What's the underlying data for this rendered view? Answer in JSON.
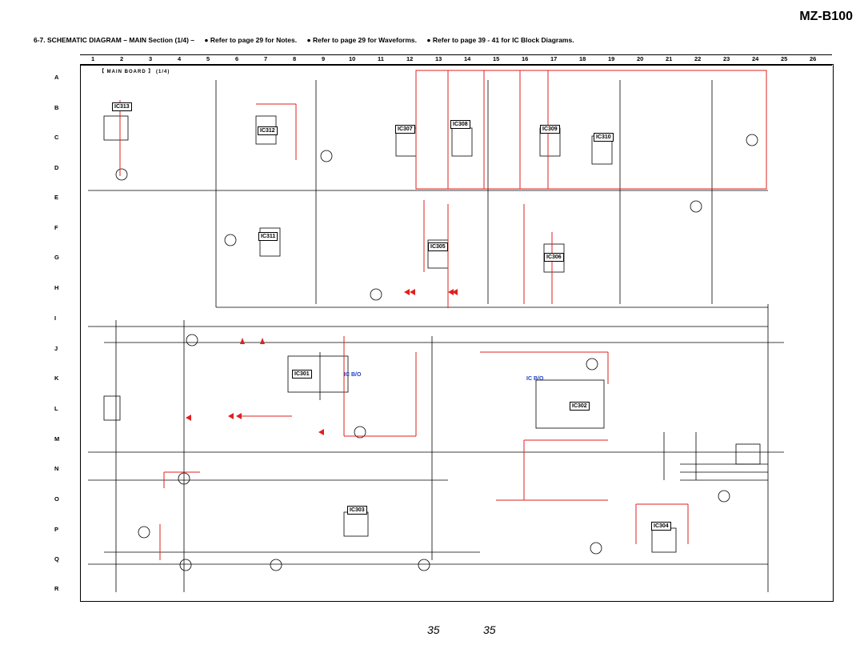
{
  "header": {
    "model": "MZ-B100",
    "section_title": "6-7. SCHEMATIC DIAGRAM – MAIN Section (1/4) –",
    "notes": [
      "● Refer to page 29 for Notes.",
      "● Refer to page 29 for Waveforms.",
      "● Refer to page 39 - 41 for IC Block Diagrams."
    ]
  },
  "grid": {
    "columns": [
      "1",
      "2",
      "3",
      "4",
      "5",
      "6",
      "7",
      "8",
      "9",
      "10",
      "11",
      "12",
      "13",
      "14",
      "15",
      "16",
      "17",
      "18",
      "19",
      "20",
      "21",
      "22",
      "23",
      "24",
      "25",
      "26"
    ],
    "rows": [
      "A",
      "B",
      "C",
      "D",
      "E",
      "F",
      "G",
      "H",
      "I",
      "J",
      "K",
      "L",
      "M",
      "N",
      "O",
      "P",
      "Q",
      "R"
    ]
  },
  "board": {
    "label": "【 MAIN BOARD 】 (1/4)"
  },
  "ics": {
    "ic313": "IC313",
    "ic312": "IC312",
    "ic307": "IC307",
    "ic308": "IC308",
    "ic309": "IC309",
    "ic310": "IC310",
    "ic311": "IC311",
    "ic305": "IC305",
    "ic306": "IC306",
    "ic301": "IC301",
    "ic302": "IC302",
    "ic303": "IC303",
    "ic304": "IC304",
    "ic_bo_1": "IC B/O",
    "ic_bo_2": "IC B/O"
  },
  "footer": {
    "page_left": "35",
    "page_right": "35"
  }
}
